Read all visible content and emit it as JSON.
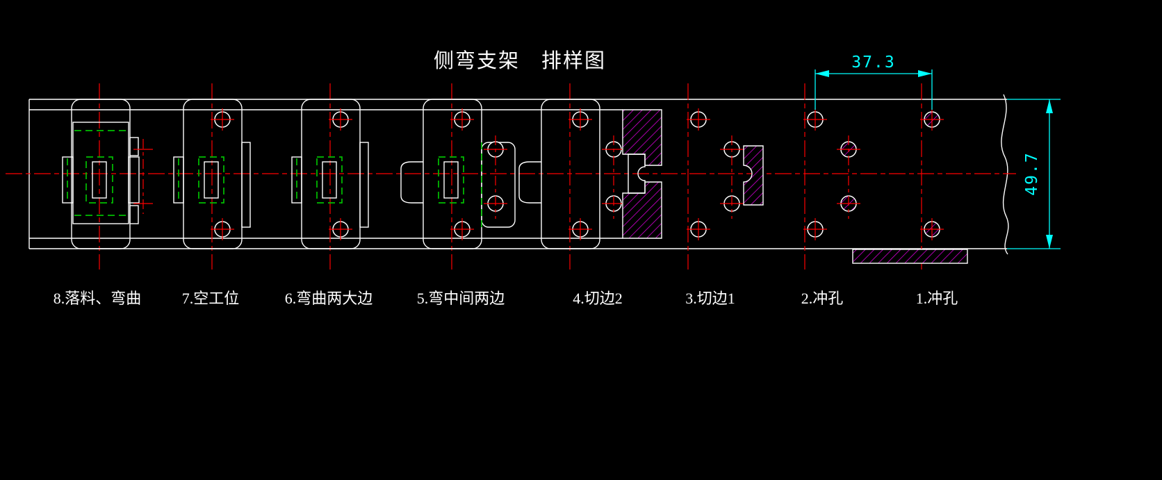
{
  "title": "侧弯支架　排样图",
  "dimensions": {
    "hole_pitch": "37.3",
    "strip_width": "49.7"
  },
  "stations": [
    {
      "order": "8",
      "label": "8.落料、弯曲"
    },
    {
      "order": "7",
      "label": "7.空工位"
    },
    {
      "order": "6",
      "label": "6.弯曲两大边"
    },
    {
      "order": "5",
      "label": "5.弯中间两边"
    },
    {
      "order": "4",
      "label": "4.切边2"
    },
    {
      "order": "3",
      "label": "3.切边1"
    },
    {
      "order": "2",
      "label": "2.冲孔"
    },
    {
      "order": "1",
      "label": "1.冲孔"
    }
  ],
  "colors": {
    "background": "#000000",
    "part_outline": "#ffffff",
    "centerline": "#ff0000",
    "bend_line": "#00c000",
    "dimension": "#00ffff",
    "hatch": "#d400d4"
  }
}
